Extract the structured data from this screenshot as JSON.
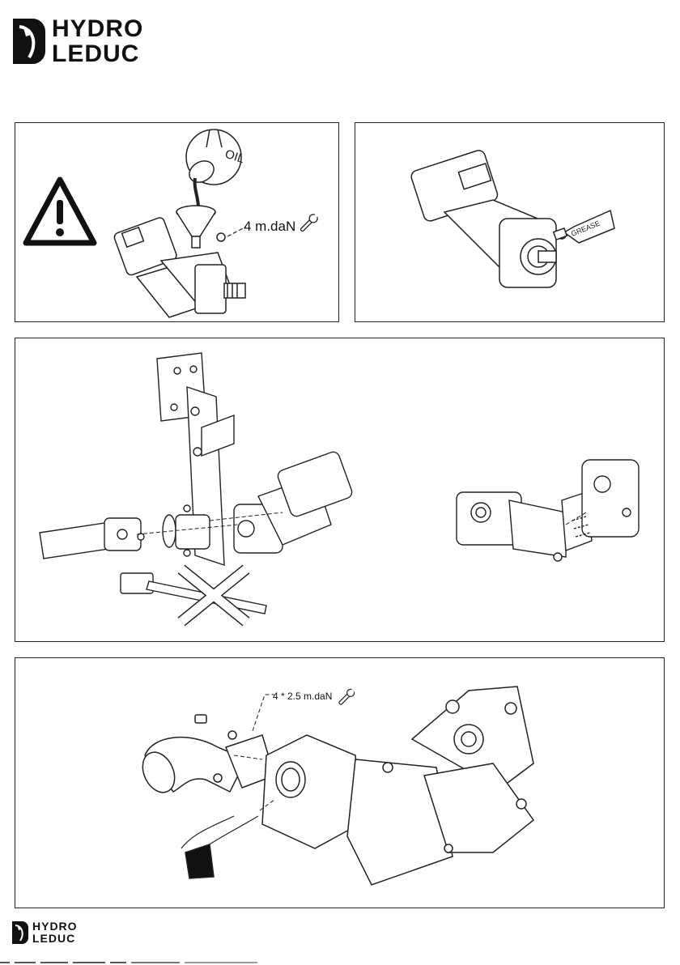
{
  "brand": {
    "name_line1": "HYDRO",
    "name_line2": "LEDUC"
  },
  "panels": {
    "fill_oil": {
      "oil_label": "OIL",
      "torque_label": "4 m.daN",
      "warning_icon": "warning-triangle-icon",
      "wrench_icon": "wrench-icon"
    },
    "grease_shaft": {
      "grease_label": "GREASE"
    },
    "mounting": {
      "prohibited_icon": "cross-mark-icon"
    },
    "suction_port": {
      "torque_label": "4 * 2.5 m.daN",
      "wrench_icon": "wrench-icon"
    }
  },
  "colors": {
    "line": "#222222",
    "background": "#ffffff"
  }
}
